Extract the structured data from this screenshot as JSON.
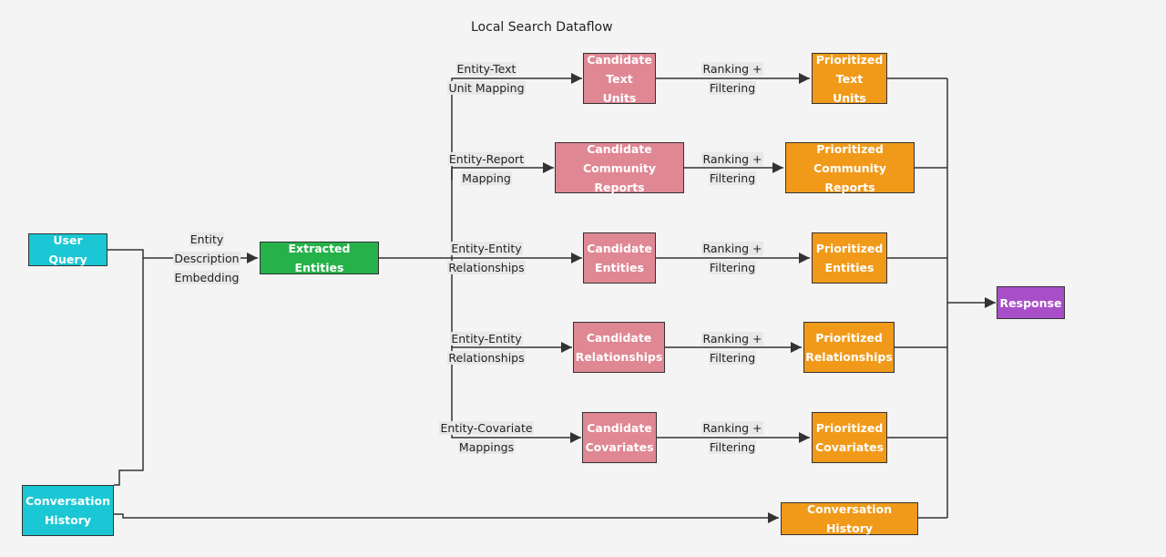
{
  "title": "Local Search Dataflow",
  "colors": {
    "input": "#1bc7d4",
    "entities": "#26b24b",
    "candidate": "#e08794",
    "prioritized": "#f19a1a",
    "response": "#a94ec9",
    "edge": "#333333"
  },
  "nodes": {
    "user_query": "User Query",
    "conversation_history_in": [
      "Conversation",
      "History"
    ],
    "extracted_entities": "Extracted Entities",
    "candidate_text_units": [
      "Candidate",
      "Text Units"
    ],
    "candidate_community_reports": [
      "Candidate",
      "Community Reports"
    ],
    "candidate_entities": [
      "Candidate",
      "Entities"
    ],
    "candidate_relationships": [
      "Candidate",
      "Relationships"
    ],
    "candidate_covariates": [
      "Candidate",
      "Covariates"
    ],
    "prioritized_text_units": [
      "Prioritized",
      "Text Units"
    ],
    "prioritized_community_reports": [
      "Prioritized",
      "Community Reports"
    ],
    "prioritized_entities": [
      "Prioritized",
      "Entities"
    ],
    "prioritized_relationships": [
      "Prioritized",
      "Relationships"
    ],
    "prioritized_covariates": [
      "Prioritized",
      "Covariates"
    ],
    "conversation_history_out": "Conversation History",
    "response": "Response"
  },
  "edge_labels": {
    "entity_description_embedding": [
      "Entity",
      "Description",
      "Embedding"
    ],
    "entity_text_unit_mapping": [
      "Entity-Text",
      "Unit Mapping"
    ],
    "entity_report_mapping": [
      "Entity-Report",
      "Mapping"
    ],
    "entity_entity_relationships_1": [
      "Entity-Entity",
      "Relationships"
    ],
    "entity_entity_relationships_2": [
      "Entity-Entity",
      "Relationships"
    ],
    "entity_covariate_mappings": [
      "Entity-Covariate",
      "Mappings"
    ],
    "ranking_filtering": [
      "Ranking +",
      "Filtering"
    ]
  }
}
